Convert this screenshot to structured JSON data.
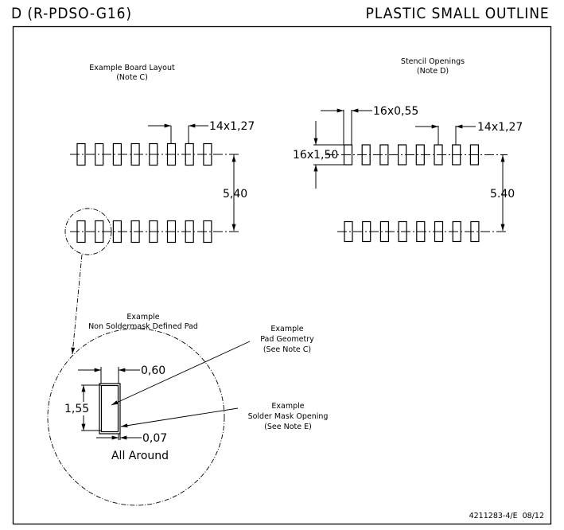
{
  "header": {
    "package_code": "D (R-PDSO-G16)",
    "package_type": "PLASTIC SMALL OUTLINE"
  },
  "board_layout": {
    "title": "Example Board Layout",
    "note": "(Note C)",
    "pitch_label": "14x1,27",
    "row_spacing_label": "5,40",
    "pads_per_row": 8
  },
  "stencil": {
    "title": "Stencil Openings",
    "note": "(Note D)",
    "width_label": "16x0,55",
    "length_label": "16x1,50",
    "pitch_label": "14x1,27",
    "row_spacing_label": "5.40",
    "pads_per_row": 8
  },
  "detail": {
    "title_line1": "Example",
    "title_line2": "Non Soldermask Defined Pad",
    "width_label": "0,60",
    "length_label": "1,55",
    "clearance_label": "0,07",
    "clearance_note": "All Around"
  },
  "callouts": {
    "pad_geometry": [
      "Example",
      "Pad Geometry",
      "(See Note C)"
    ],
    "solder_mask": [
      "Example",
      "Solder Mask Opening",
      "(See Note E)"
    ]
  },
  "footer": {
    "drawing_number": "4211283-4/E  08/12"
  }
}
